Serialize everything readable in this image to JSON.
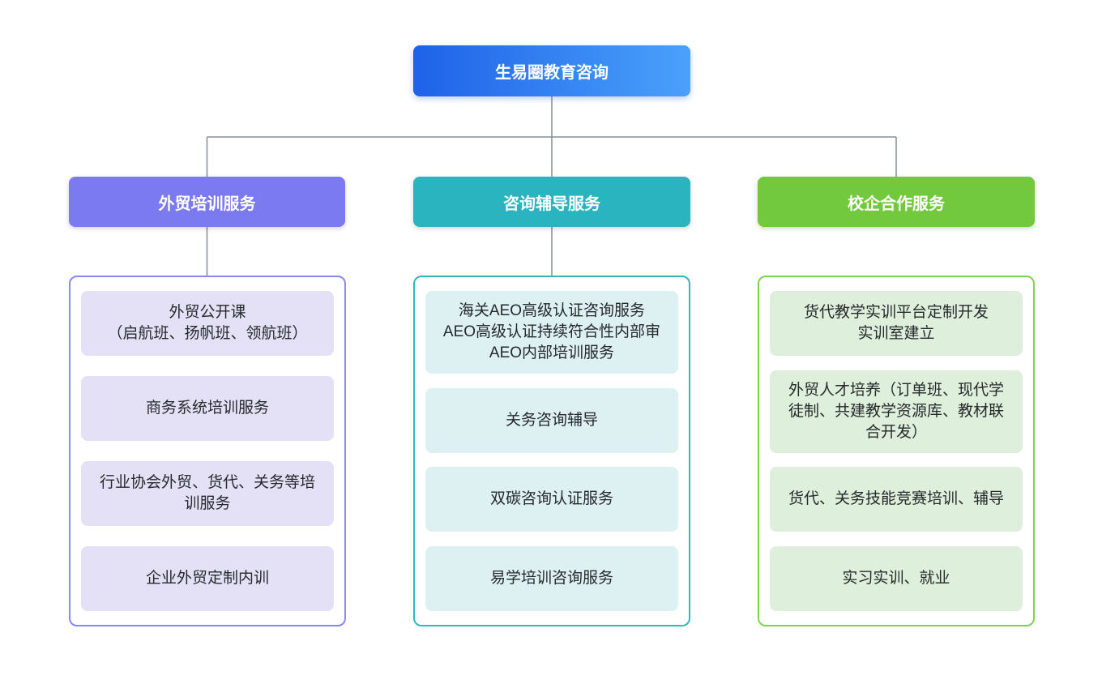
{
  "root": {
    "label": "生易圈教育咨询"
  },
  "branches": [
    {
      "label": "外贸培训服务",
      "items": [
        "外贸公开课\n（启航班、扬帆班、领航班）",
        "商务系统培训服务",
        "行业协会外贸、货代、关务等培\n训服务",
        "企业外贸定制内训"
      ]
    },
    {
      "label": "咨询辅导服务",
      "items": [
        "海关AEO高级认证咨询服务\nAEO高级认证持续符合性内部审\nAEO内部培训服务",
        "关务咨询辅导",
        "双碳咨询认证服务",
        "易学培训咨询服务"
      ]
    },
    {
      "label": "校企合作服务",
      "items": [
        "货代教学实训平台定制开发\n实训室建立",
        "外贸人才培养（订单班、现代学\n徒制、共建教学资源库、教材联\n合开发）",
        "货代、关务技能竞赛培训、辅导",
        "实习实训、就业"
      ]
    }
  ],
  "colors": {
    "root_gradient_start": "#1e62e8",
    "root_gradient_end": "#4aa1fb",
    "branch1_header": "#7b7af0",
    "branch1_border": "#8a87f2",
    "branch1_item_bg": "#e4e1f7",
    "branch2_header": "#2ab4bf",
    "branch2_border": "#2fb8c0",
    "branch2_item_bg": "#ddf1f3",
    "branch3_header": "#72c93e",
    "bran3_note": "",
    "branch3_border": "#7ed24f",
    "branch3_item_bg": "#def0dc",
    "connector": "#858e98"
  }
}
